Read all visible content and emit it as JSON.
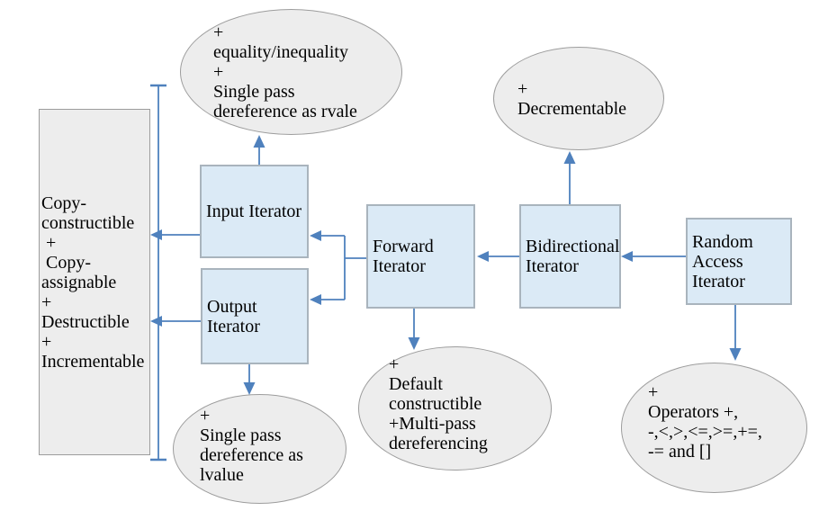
{
  "colors": {
    "arrow": "#4f81bd",
    "box_fill": "#dbeaf6",
    "box_border": "#a9b4bd",
    "ellipse_fill": "#ededed",
    "ellipse_border": "#9d9d9d",
    "text": "#000000",
    "background": "#ffffff"
  },
  "nodes": {
    "shared_requirements": {
      "text": "Copy-\nconstructible\n +\n Copy-\nassignable\n+\nDestructible\n+\nIncrementable"
    },
    "input_iterator": {
      "label": "Input Iterator"
    },
    "output_iterator": {
      "label": "Output\nIterator"
    },
    "forward_iterator": {
      "label": "Forward\nIterator"
    },
    "bidirectional_iterator": {
      "label": "Bidirectional\nIterator"
    },
    "random_access_iterator": {
      "label": "Random\nAccess\nIterator"
    },
    "input_requirements": {
      "text": "+\nequality/inequality\n+\nSingle pass\ndereference as rvale"
    },
    "bidirectional_requirements": {
      "text": "+\nDecrementable"
    },
    "output_requirements": {
      "text": "+\nSingle pass\ndereference as\nlvalue"
    },
    "forward_requirements": {
      "text": "+\nDefault\nconstructible\n+Multi-pass\ndereferencing"
    },
    "random_access_requirements": {
      "text": "+\nOperators +,\n-,<,>,<=,>=,+=,\n-= and []"
    }
  }
}
